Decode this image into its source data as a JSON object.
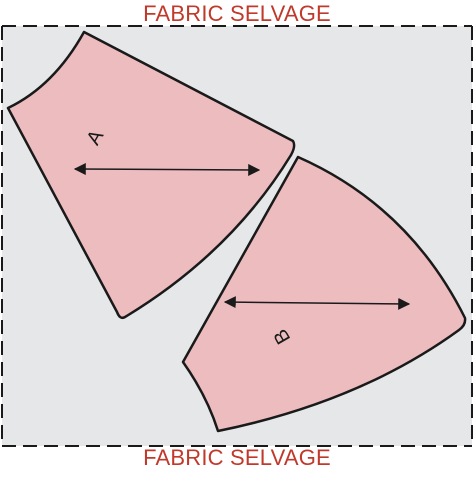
{
  "selvage": {
    "top_label": "FABRIC SELVAGE",
    "bottom_label": "FABRIC SELVAGE",
    "label_color": "#c0392b"
  },
  "fabric": {
    "fill_color": "#e6e7e9",
    "border_color": "#1a1a1a",
    "border_style": "dashed"
  },
  "pieces": [
    {
      "label": "A",
      "fill_color": "#ecbcbf",
      "outline_color": "#1a1a1a",
      "grainline": "double-arrow"
    },
    {
      "label": "B",
      "fill_color": "#ecbcbf",
      "outline_color": "#1a1a1a",
      "grainline": "double-arrow"
    }
  ]
}
